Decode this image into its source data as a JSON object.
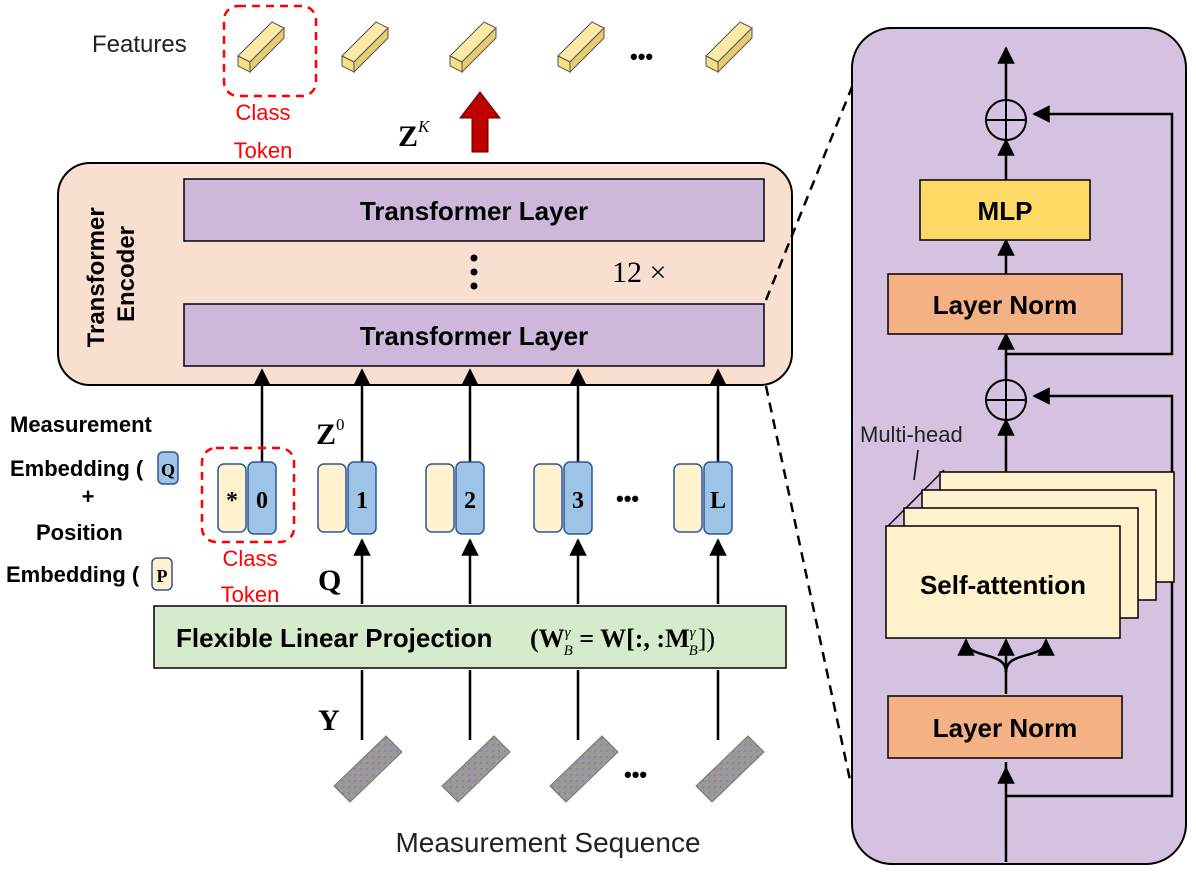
{
  "labels": {
    "features": "Features",
    "class_token_top_1": "Class",
    "class_token_top_2": "Token",
    "zk_base": "Z",
    "zk_sup": "K",
    "encoder_line1": "Transformer",
    "encoder_line2": "Encoder",
    "transformer_layer_top": "Transformer Layer",
    "transformer_layer_bottom": "Transformer Layer",
    "repeat_dots": "⋮",
    "repeat_count": "12 ×",
    "z0_base": "Z",
    "z0_sup": "0",
    "meas_emb_line1": "Measurement",
    "meas_emb_line2_prefix": "Embedding (",
    "meas_emb_symbol": "Q",
    "meas_emb_line2_suffix": ")",
    "plus": "+",
    "pos_emb_line1": "Position",
    "pos_emb_line2_prefix": "Embedding (",
    "pos_emb_symbol": "P",
    "pos_emb_line2_suffix": ")",
    "q_label": "Q",
    "class_token_bottom_1": "Class",
    "class_token_bottom_2": "Token",
    "projection_text": "Flexible Linear Projection",
    "projection_formula": "(W",
    "projection_formula_sup": "γ",
    "projection_formula_sub": "B",
    "projection_formula_mid": " = W[:, :M",
    "projection_formula_sup2": "γ",
    "projection_formula_sub2": "B",
    "projection_formula_end": "])",
    "y_label": "Y",
    "measurement_sequence": "Measurement Sequence",
    "ellipsis": "•••",
    "mlp": "MLP",
    "layer_norm_top": "Layer Norm",
    "layer_norm_bottom": "Layer Norm",
    "multi_head": "Multi-head",
    "self_attention": "Self-attention"
  },
  "tokens": [
    {
      "left": "*",
      "right": "0"
    },
    {
      "left": "",
      "right": "1"
    },
    {
      "left": "",
      "right": "2"
    },
    {
      "left": "",
      "right": "3"
    },
    {
      "left": "",
      "right": "L"
    }
  ],
  "colors": {
    "encoder_bg": "#f9dfcf",
    "layer_purple": "#cdb8dc",
    "projection_green": "#d6ebcc",
    "token_blue": "#9dc3e6",
    "token_cream": "#fff2cc",
    "mlp_yellow": "#ffd966",
    "layernorm_orange": "#f4b183",
    "panel_purple": "#d5c2e0",
    "arrow_red": "#c00000",
    "dash_red": "#ff0000",
    "feature_bar": "#f0dc90"
  }
}
